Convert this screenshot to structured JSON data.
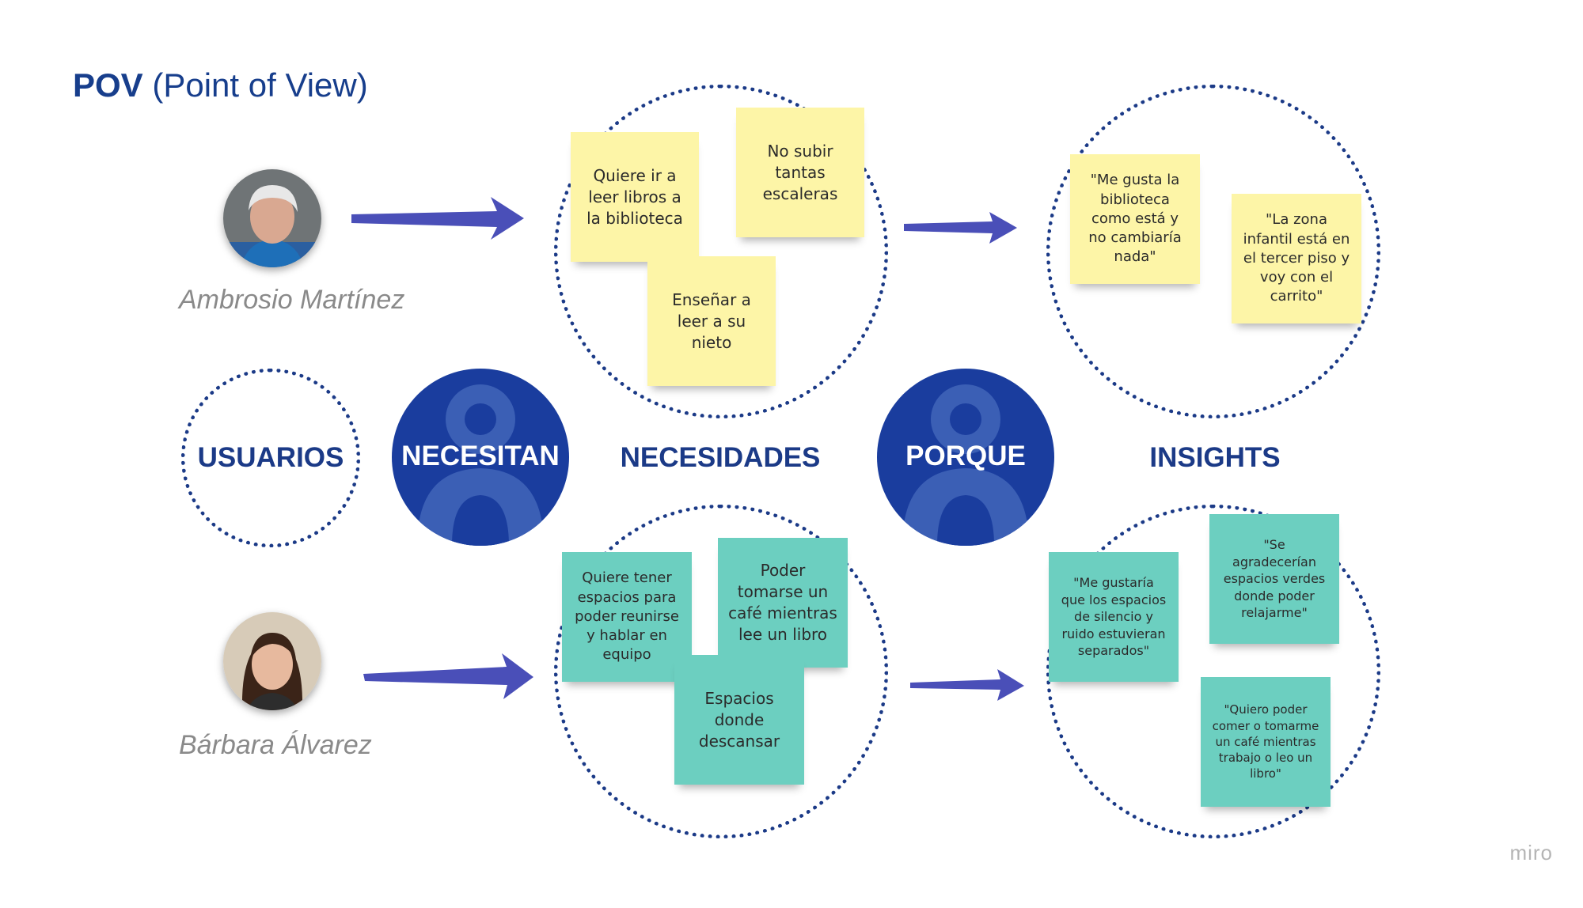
{
  "header": {
    "title_bold": "POV",
    "title_rest": " (Point of View)"
  },
  "users": [
    {
      "name": "Ambrosio Martínez"
    },
    {
      "name": "Bárbara Álvarez"
    }
  ],
  "labels": {
    "usuarios": "USUARIOS",
    "necesitan": "NECESITAN",
    "necesidades": "NECESIDADES",
    "porque": "PORQUE",
    "insights": "INSIGHTS"
  },
  "needs_top": [
    "Quiere ir a\nleer libros a\nla biblioteca",
    "No subir\ntantas\nescaleras",
    "Enseñar a\nleer a su\nnieto"
  ],
  "insights_top": [
    "\"Me gusta la\nbiblioteca\ncomo está y\nno cambiaría\nnada\"",
    "\"La zona\ninfantil está en\nel tercer piso y\nvoy con el\ncarrito\""
  ],
  "needs_bottom": [
    "Quiere tener\nespacios para\npoder reunirse\ny hablar en\nequipo",
    "Poder\ntomarse un\ncafé mientras\nlee un libro",
    "Espacios\ndonde\ndescansar"
  ],
  "insights_bottom": [
    "\"Me gustaría\nque los espacios\nde silencio y\nruido estuvieran\nseparados\"",
    "\"Se\nagradecerían\nespacios verdes\ndonde poder\nrelajarme\"",
    "\"Quiero poder\ncomer o tomarme\nun café mientras\ntrabajo o leo un\nlibro\""
  ],
  "watermark": "miro",
  "colors": {
    "navy": "#1b3a87",
    "badge_blue": "#1a3d9e",
    "arrow": "#4a4fb8",
    "note_yellow": "#fdf5a7",
    "note_teal": "#6ccfc0"
  }
}
